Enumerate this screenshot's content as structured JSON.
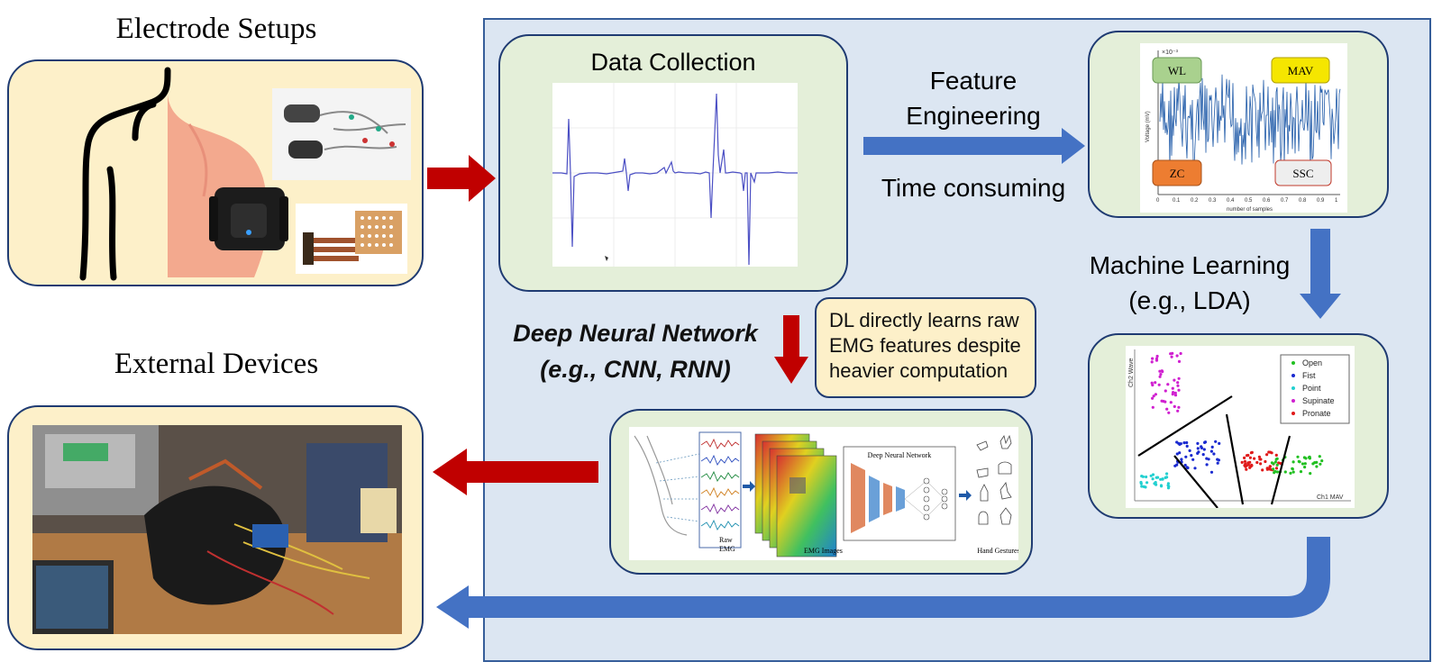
{
  "headings": {
    "electrode_setups": "Electrode Setups",
    "external_devices": "External Devices"
  },
  "data_collection": {
    "title": "Data Collection"
  },
  "feature_engineering": {
    "line1": "Feature",
    "line2": "Engineering",
    "note": "Time consuming"
  },
  "features": {
    "wl": "WL",
    "mav": "MAV",
    "zc": "ZC",
    "ssc": "SSC",
    "y_label": "Voltage (mV)",
    "x_label": "number of samples",
    "exponent": "×10⁻³",
    "x_ticks": [
      "0",
      "0.1",
      "0.2",
      "0.3",
      "0.4",
      "0.5",
      "0.6",
      "0.7",
      "0.8",
      "0.9",
      "1"
    ]
  },
  "machine_learning": {
    "line1": "Machine Learning",
    "line2": "(e.g., LDA)"
  },
  "lda_plot": {
    "x_label": "Ch1 MAV",
    "y_label": "Ch2 Wave",
    "legend": [
      {
        "label": "Open",
        "color": "#22c022"
      },
      {
        "label": "Fist",
        "color": "#1a2ad0"
      },
      {
        "label": "Point",
        "color": "#22d0d0"
      },
      {
        "label": "Supinate",
        "color": "#d020d0"
      },
      {
        "label": "Pronate",
        "color": "#e01a1a"
      }
    ]
  },
  "deep_learning": {
    "title_line1": "Deep Neural Network",
    "title_line2": "(e.g., CNN, RNN)",
    "note_line1": "DL directly learns raw",
    "note_line2": "EMG features despite",
    "note_line3": "heavier computation"
  },
  "dnn_figure": {
    "raw_emg_1": "Raw",
    "raw_emg_2": "EMG",
    "emg_images": "EMG Images",
    "network": "Deep Neural Network",
    "hand_gestures": "Hand Gestures"
  },
  "colors": {
    "red_arrow": "#c00000",
    "blue_arrow": "#4472c4",
    "panel_border": "#1f3b72",
    "cream": "#fdf0c9",
    "green": "#e4efd9",
    "blue_bg": "#dce6f2"
  }
}
